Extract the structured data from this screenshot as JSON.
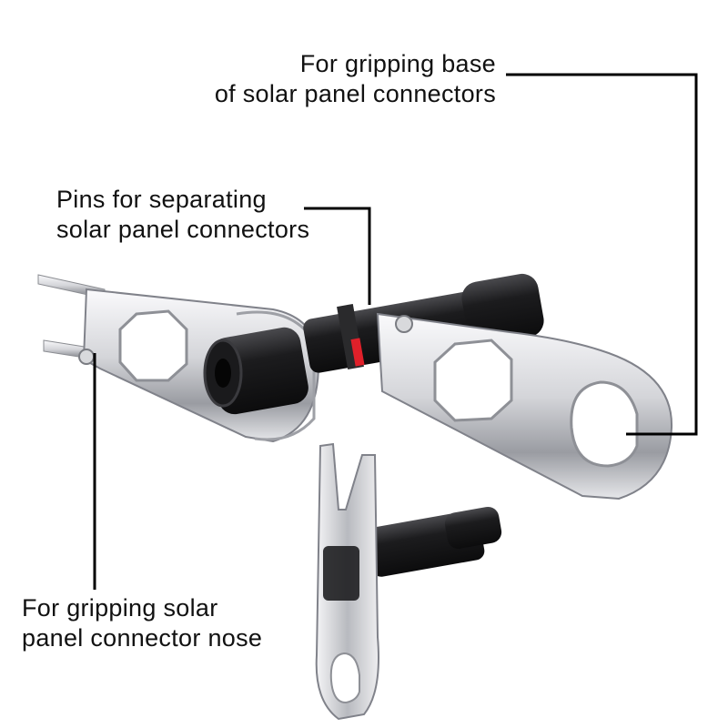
{
  "labels": {
    "gripping_base": [
      "For gripping base",
      "of solar panel connectors"
    ],
    "separating_pins": [
      "Pins for separating",
      "solar panel connectors"
    ],
    "gripping_nose": [
      "For gripping solar",
      "panel connector nose"
    ]
  },
  "colors": {
    "metal_light": "#f2f2f4",
    "metal_mid": "#c9cace",
    "metal_dark": "#7d7f85",
    "connector_black": "#1b1b1d",
    "seal_red": "#e0202a",
    "leader_line": "#000000"
  }
}
